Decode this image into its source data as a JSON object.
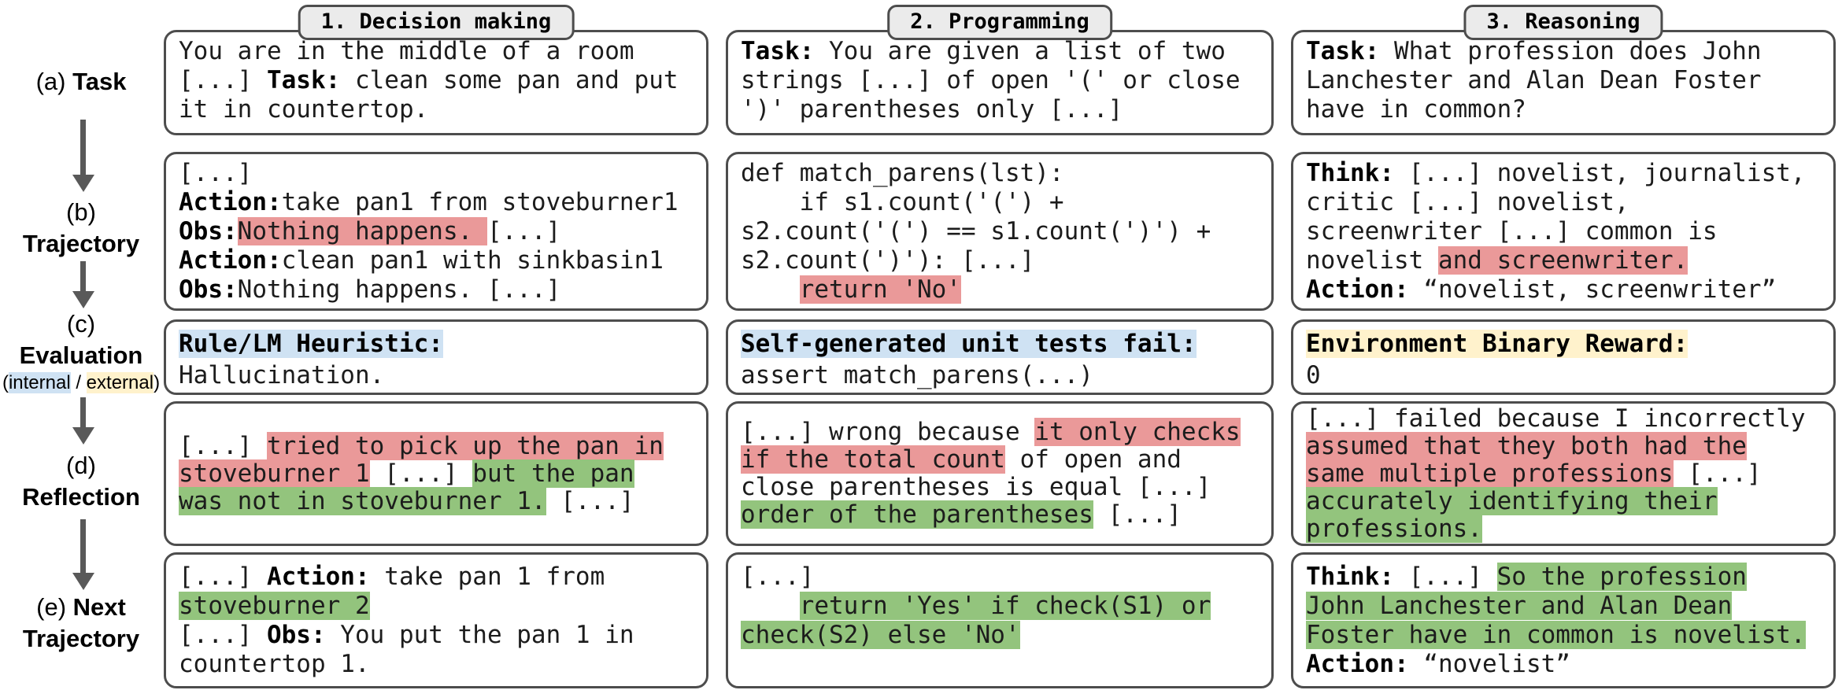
{
  "figure": {
    "colors": {
      "red": "#ea9999",
      "green": "#93c47d",
      "blue": "#cfe2f3",
      "yellow": "#fff2cc"
    },
    "column_headers": [
      {
        "label": "1. Decision making"
      },
      {
        "label": "2. Programming"
      },
      {
        "label": "3. Reasoning"
      }
    ],
    "row_labels": [
      {
        "prefix": "(a)",
        "name": "Task"
      },
      {
        "prefix": "(b)",
        "name": "Trajectory"
      },
      {
        "prefix": "(c)",
        "name": "Evaluation",
        "note": [
          [
            {
              "t": "("
            },
            {
              "t": "internal",
              "h": "blue"
            },
            {
              "t": " / "
            },
            {
              "t": "external",
              "h": "yellow"
            },
            {
              "t": ")"
            }
          ]
        ]
      },
      {
        "prefix": "(d)",
        "name": "Reflection"
      },
      {
        "prefix": "(e)",
        "name": "Next",
        "name2": "Trajectory"
      }
    ],
    "cells": {
      "task": {
        "decision": [
          [
            {
              "t": "You are in the middle of a room"
            }
          ],
          [
            {
              "t": "[...] "
            },
            {
              "t": "Task:",
              "b": true
            },
            {
              "t": " clean some pan and put"
            }
          ],
          [
            {
              "t": "it in countertop."
            }
          ]
        ],
        "programming": [
          [
            {
              "t": "Task:",
              "b": true
            },
            {
              "t": " You are given a list of two"
            }
          ],
          [
            {
              "t": "strings [...] of open '(' or close"
            }
          ],
          [
            {
              "t": "')' parentheses only [...]"
            }
          ]
        ],
        "reasoning": [
          [
            {
              "t": "Task:",
              "b": true
            },
            {
              "t": " What profession does John"
            }
          ],
          [
            {
              "t": "Lanchester and Alan Dean Foster"
            }
          ],
          [
            {
              "t": "have in common?"
            }
          ]
        ]
      },
      "trajectory": {
        "decision": [
          [
            {
              "t": "[...]"
            }
          ],
          [
            {
              "t": "Action:",
              "b": true
            },
            {
              "t": "take pan1 from stoveburner1"
            }
          ],
          [
            {
              "t": "Obs:",
              "b": true
            },
            {
              "t": "Nothing happens. ",
              "h": "red"
            },
            {
              "t": "[...]"
            }
          ],
          [
            {
              "t": "Action:",
              "b": true
            },
            {
              "t": "clean pan1 with sinkbasin1"
            }
          ],
          [
            {
              "t": "Obs:",
              "b": true
            },
            {
              "t": "Nothing happens. [...]"
            }
          ]
        ],
        "programming": [
          [
            {
              "t": "def match_parens(lst):"
            }
          ],
          [
            {
              "t": "    if s1.count('(') +"
            }
          ],
          [
            {
              "t": "s2.count('(') == s1.count(')') +"
            }
          ],
          [
            {
              "t": "s2.count(')'): [...]"
            }
          ],
          [
            {
              "t": "    "
            },
            {
              "t": "return 'No'",
              "h": "red"
            }
          ]
        ],
        "reasoning": [
          [
            {
              "t": "Think:",
              "b": true
            },
            {
              "t": " [...] novelist, journalist,"
            }
          ],
          [
            {
              "t": "critic [...] novelist,"
            }
          ],
          [
            {
              "t": "screenwriter [...] common is"
            }
          ],
          [
            {
              "t": "novelist "
            },
            {
              "t": "and screenwriter.",
              "h": "red"
            }
          ],
          [
            {
              "t": "Action:",
              "b": true
            },
            {
              "t": " “novelist, screenwriter”"
            }
          ]
        ]
      },
      "evaluation": {
        "decision": [
          [
            {
              "t": "Rule/LM Heuristic:",
              "b": true,
              "h": "blue"
            }
          ],
          [
            {
              "t": "Hallucination."
            }
          ]
        ],
        "programming": [
          [
            {
              "t": "Self-generated unit tests fail:",
              "b": true,
              "h": "blue"
            }
          ],
          [
            {
              "t": "assert match_parens(...)"
            }
          ]
        ],
        "reasoning": [
          [
            {
              "t": "Environment Binary Reward:",
              "b": true,
              "h": "yellow"
            }
          ],
          [
            {
              "t": "0"
            }
          ]
        ]
      },
      "reflection": {
        "decision": [
          [
            {
              "t": "[...] "
            },
            {
              "t": "tried to pick up the pan in",
              "h": "red"
            }
          ],
          [
            {
              "t": "stoveburner 1",
              "h": "red"
            },
            {
              "t": " [...] "
            },
            {
              "t": "but the pan",
              "h": "green"
            }
          ],
          [
            {
              "t": "was not in stoveburner 1.",
              "h": "green"
            },
            {
              "t": " [...]"
            }
          ]
        ],
        "programming": [
          [
            {
              "t": "[...] wrong because "
            },
            {
              "t": "it only checks",
              "h": "red"
            }
          ],
          [
            {
              "t": "if the total count",
              "h": "red"
            },
            {
              "t": " of open and"
            }
          ],
          [
            {
              "t": "close parentheses is equal [...]"
            }
          ],
          [
            {
              "t": "order of the parentheses",
              "h": "green"
            },
            {
              "t": " [...]"
            }
          ]
        ],
        "reasoning": [
          [
            {
              "t": "[...] failed because I incorrectly"
            }
          ],
          [
            {
              "t": "assumed that they both had the",
              "h": "red"
            }
          ],
          [
            {
              "t": "same multiple professions",
              "h": "red"
            },
            {
              "t": " [...]"
            }
          ],
          [
            {
              "t": "accurately identifying their",
              "h": "green"
            }
          ],
          [
            {
              "t": "professions.",
              "h": "green"
            }
          ]
        ]
      },
      "next_trajectory": {
        "decision": [
          [
            {
              "t": "[...] "
            },
            {
              "t": "Action:",
              "b": true
            },
            {
              "t": " take pan 1 from"
            }
          ],
          [
            {
              "t": "stoveburner 2",
              "h": "green"
            }
          ],
          [
            {
              "t": "[...] "
            },
            {
              "t": "Obs:",
              "b": true
            },
            {
              "t": " You put the pan 1 in"
            }
          ],
          [
            {
              "t": "countertop 1."
            }
          ]
        ],
        "programming": [
          [
            {
              "t": "[...]"
            }
          ],
          [
            {
              "t": "    "
            },
            {
              "t": "return 'Yes' if check(S1) or",
              "h": "green"
            }
          ],
          [
            {
              "t": "check(S2) else 'No'",
              "h": "green"
            }
          ]
        ],
        "reasoning": [
          [
            {
              "t": "Think:",
              "b": true
            },
            {
              "t": " [...] "
            },
            {
              "t": "So the profession",
              "h": "green"
            }
          ],
          [
            {
              "t": "John Lanchester and Alan Dean",
              "h": "green"
            }
          ],
          [
            {
              "t": "Foster have in common is novelist.",
              "h": "green"
            }
          ],
          [
            {
              "t": "Action:",
              "b": true
            },
            {
              "t": " “novelist”"
            }
          ]
        ]
      }
    }
  }
}
